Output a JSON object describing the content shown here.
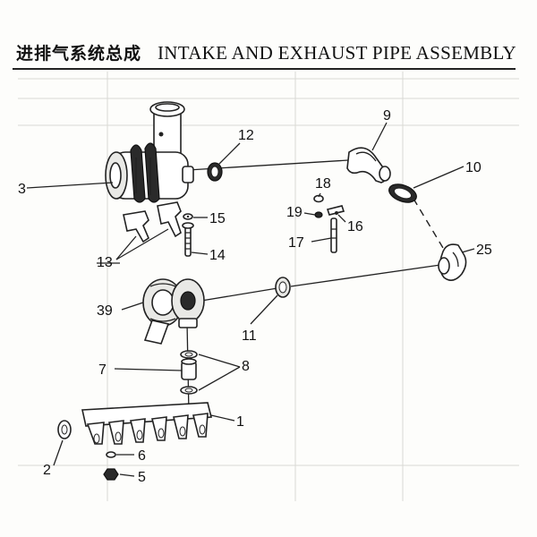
{
  "header": {
    "title_cn": "进排气系统总成",
    "title_en": "INTAKE AND EXHAUST PIPE  ASSEMBLY"
  },
  "callouts": {
    "c1": "1",
    "c2": "2",
    "c3": "3",
    "c5": "5",
    "c6": "6",
    "c7": "7",
    "c8": "8",
    "c9": "9",
    "c10": "10",
    "c11": "11",
    "c12": "12",
    "c13": "13",
    "c14": "14",
    "c15": "15",
    "c16": "16",
    "c17": "17",
    "c18": "18",
    "c19": "19",
    "c25": "25",
    "c39": "39"
  }
}
